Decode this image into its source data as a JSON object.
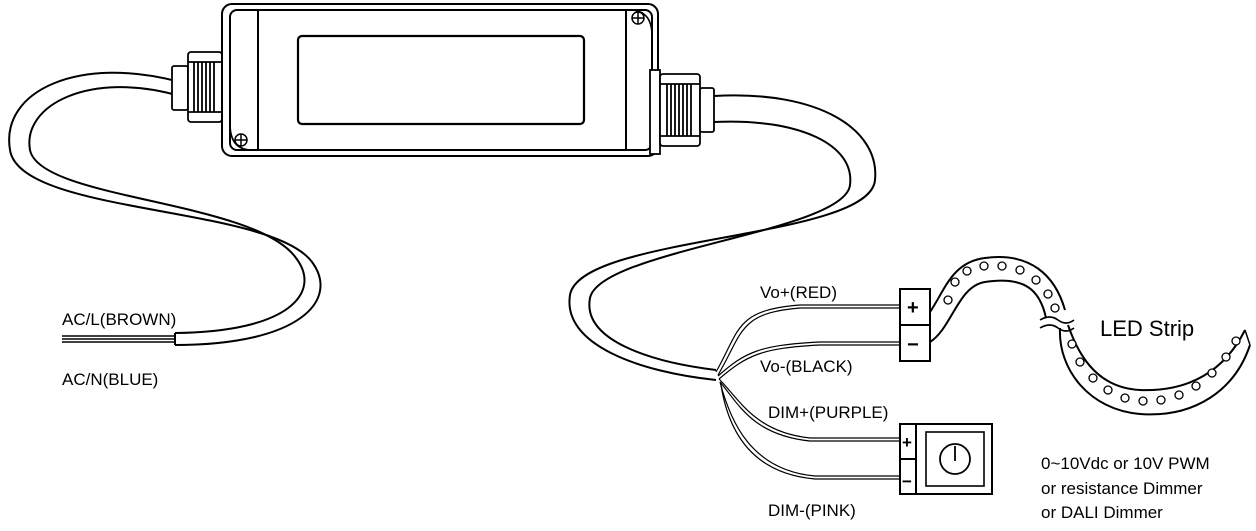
{
  "labels": {
    "ac_l": "AC/L(BROWN)",
    "ac_n": "AC/N(BLUE)",
    "vo_plus": "Vo+(RED)",
    "vo_minus": "Vo-(BLACK)",
    "dim_plus": "DIM+(PURPLE)",
    "dim_minus": "DIM-(PINK)",
    "led_strip": "LED Strip",
    "dimmer_note": [
      "0~10Vdc or 10V PWM",
      "or resistance Dimmer",
      "or DALI Dimmer"
    ]
  },
  "terminals": {
    "plus": "+",
    "minus": "−"
  },
  "icons": {
    "screw": "screw-hole-icon",
    "knob": "dimmer-knob-icon",
    "led": "led-dot-icon"
  }
}
